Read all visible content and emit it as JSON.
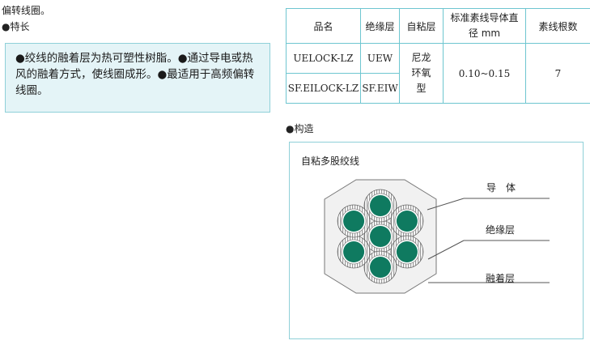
{
  "intro_text": "偏转线圈。",
  "features": {
    "heading": "●特长",
    "body": "●绞线的融着层为热可塑性树脂。●通过导电或热风的融着方式，使线圈成形。●最适用于高频偏转线圈。"
  },
  "spec_table": {
    "headers": [
      "品名",
      "绝缘层",
      "自粘层",
      "标准素线导体直径 mm",
      "素线根数"
    ],
    "rows": [
      {
        "name": "UELOCK-LZ",
        "insulation": "UEW"
      },
      {
        "name": "SF.EILOCK-LZ",
        "insulation": "SF.EIW"
      }
    ],
    "bonding_layer": "尼龙环氧型",
    "diameter": "0.10~0.15",
    "strand_count": "7"
  },
  "structure": {
    "heading": "●构造",
    "diagram_title": "自粘多股绞线",
    "labels": {
      "conductor": "导　体",
      "insulation": "绝缘层",
      "bonding": "融着层"
    }
  },
  "colors": {
    "border": "#6ec6d0",
    "feature_bg": "#e4f4f7",
    "conductor": "#0f7a60",
    "hex_fill": "#f1f1f1"
  }
}
